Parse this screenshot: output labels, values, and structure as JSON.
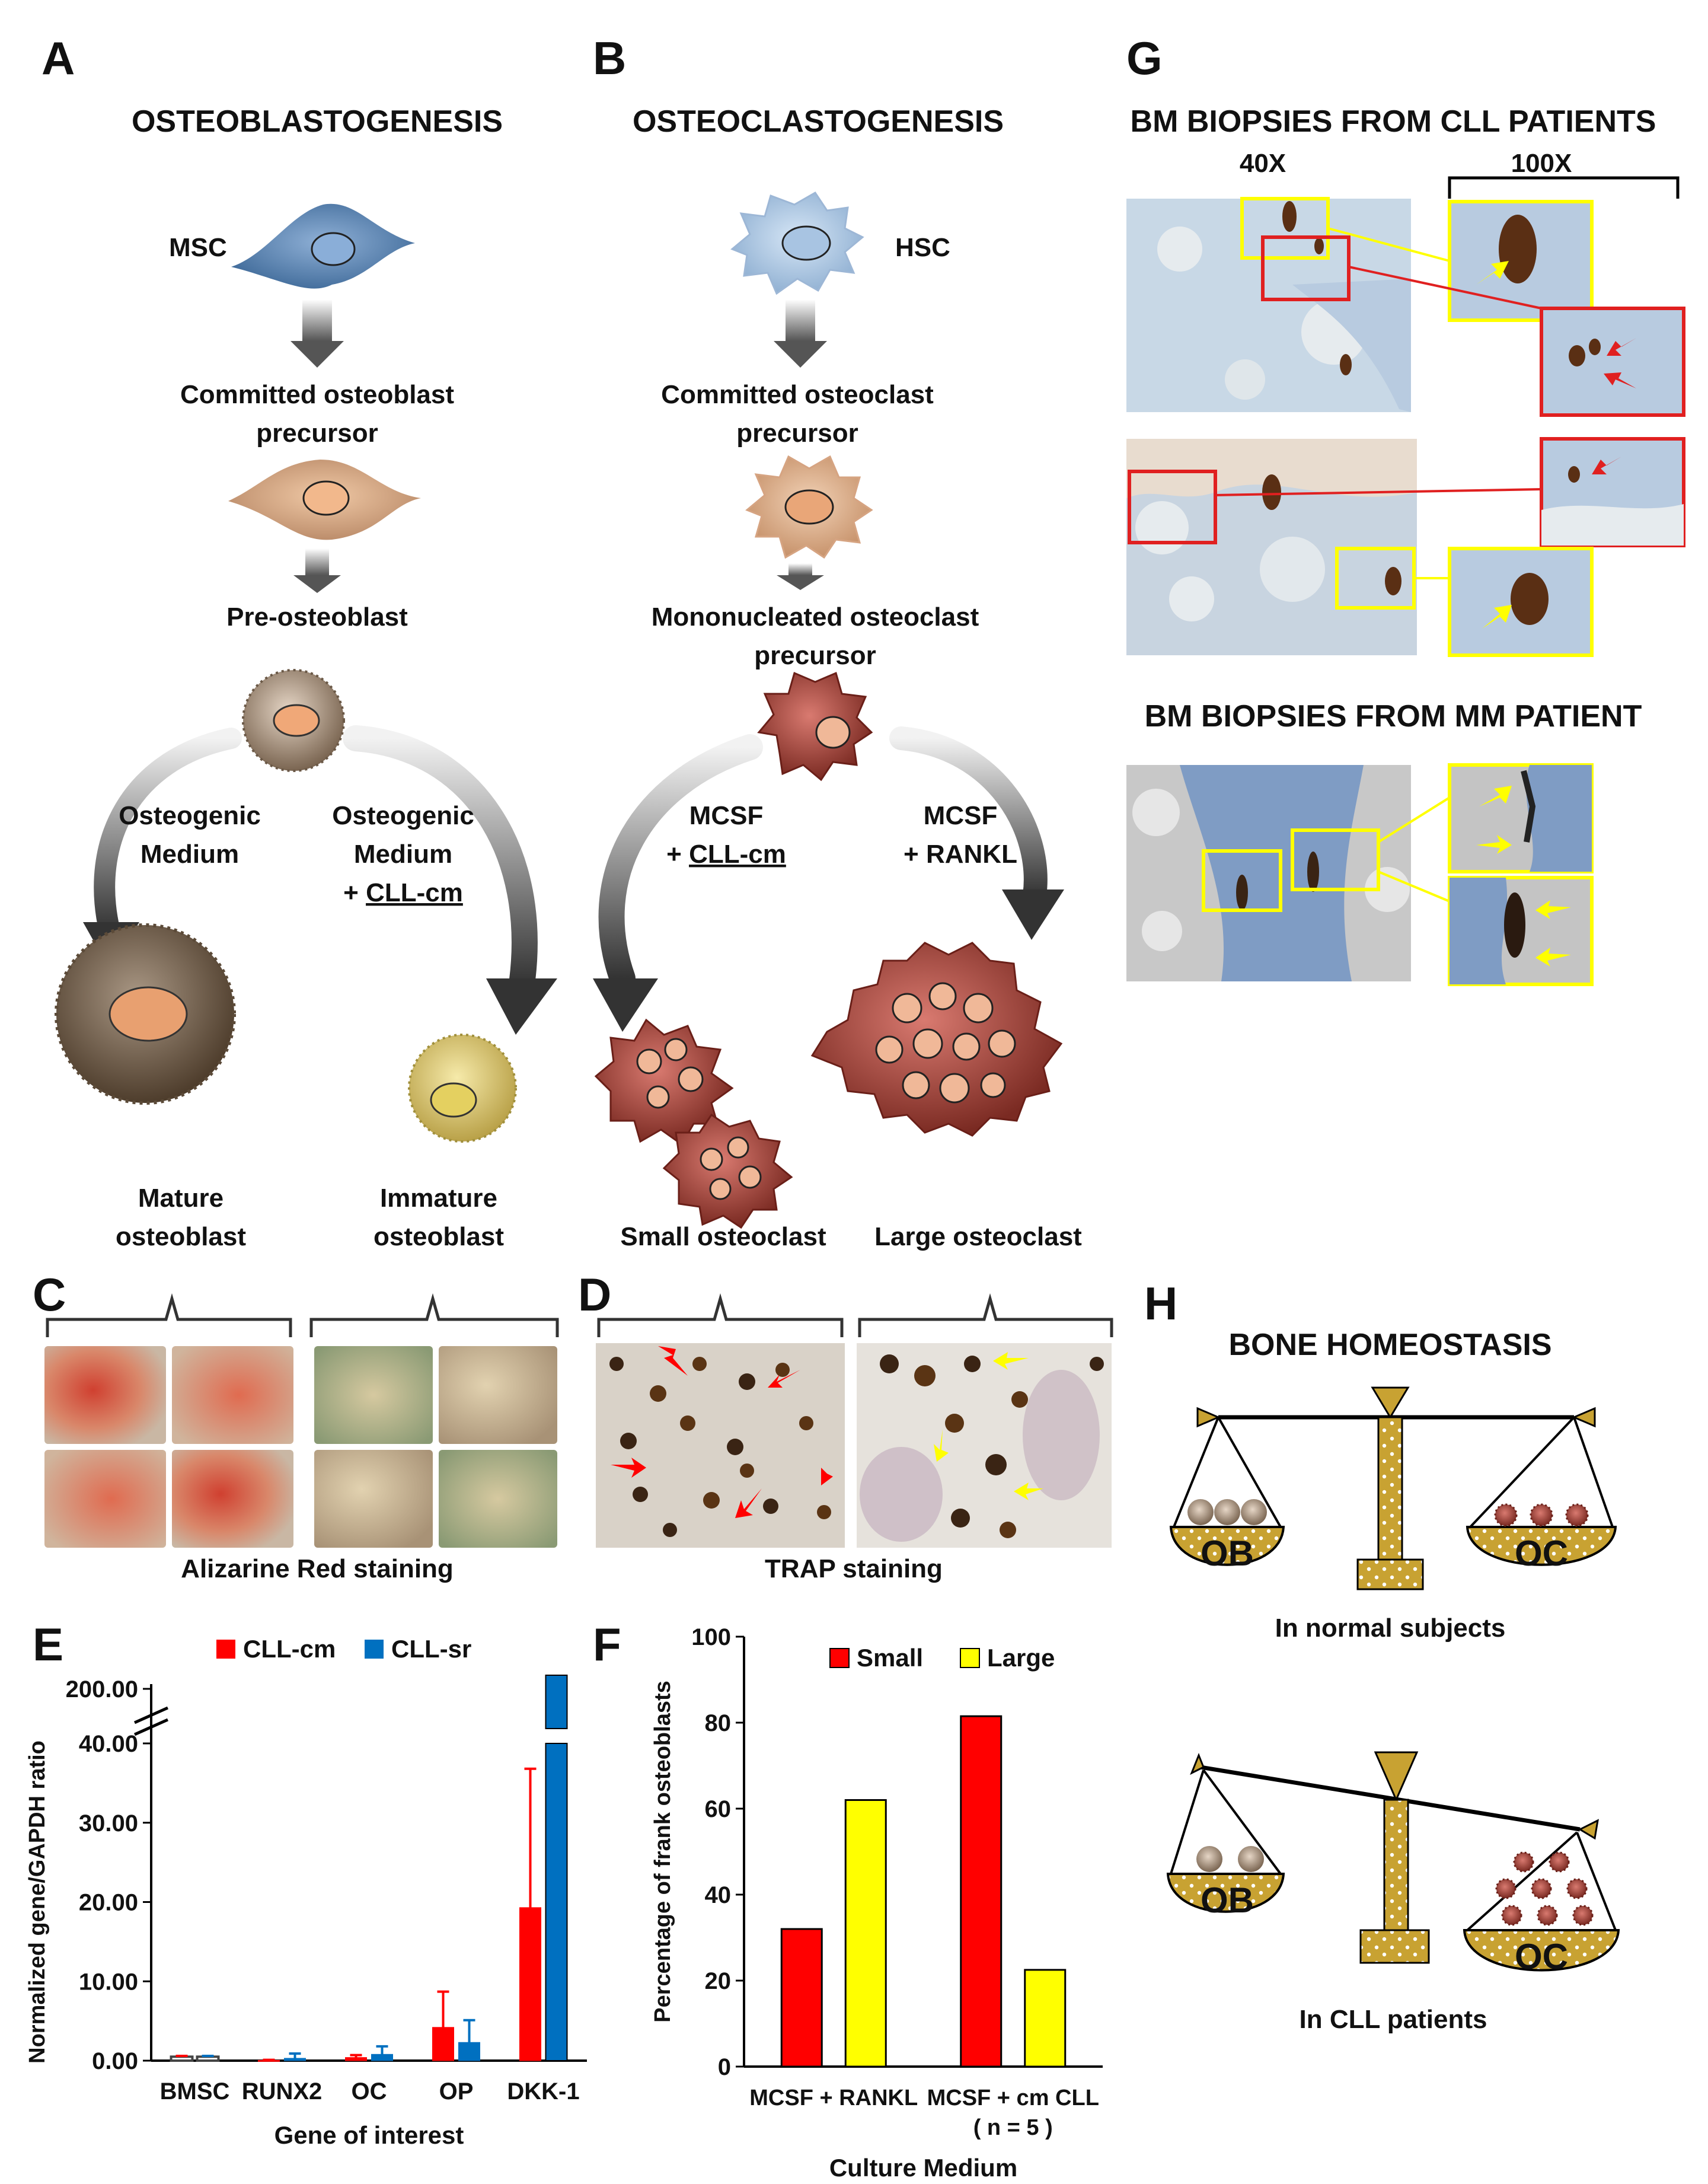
{
  "panels": {
    "A": {
      "letter": "A",
      "title": "OSTEOBLASTOGENESIS",
      "msc": "MSC",
      "committed_line1": "Committed osteoblast",
      "committed_line2": "precursor",
      "pre": "Pre-osteoblast",
      "left_path_line1": "Osteogenic",
      "left_path_line2": "Medium",
      "right_path_line1": "Osteogenic",
      "right_path_line2": "Medium",
      "right_path_line3_prefix": "+ ",
      "right_path_line3_underlined": "CLL-cm",
      "mature_line1": "Mature",
      "mature_line2": "osteoblast",
      "immature_line1": "Immature",
      "immature_line2": "osteoblast"
    },
    "B": {
      "letter": "B",
      "title": "OSTEOCLASTOGENESIS",
      "hsc": "HSC",
      "committed_line1": "Committed osteoclast",
      "committed_line2": "precursor",
      "mono_line1": "Mononucleated osteoclast",
      "mono_line2": "precursor",
      "left_path_line1": "MCSF",
      "left_path_line2_prefix": "+ ",
      "left_path_line2_underlined": "CLL-cm",
      "right_path_line1": "MCSF",
      "right_path_line2": "+ RANKL",
      "small": "Small osteoclast",
      "large": "Large osteoclast"
    },
    "C": {
      "letter": "C",
      "caption": "Alizarine Red staining"
    },
    "D": {
      "letter": "D",
      "caption": "TRAP staining"
    },
    "G": {
      "letter": "G",
      "title_cll": "BM BIOPSIES FROM CLL PATIENTS",
      "mag_40": "40X",
      "mag_100": "100X",
      "title_mm": "BM BIOPSIES FROM MM PATIENT"
    },
    "H": {
      "letter": "H",
      "title": "BONE HOMEOSTASIS",
      "ob": "OB",
      "oc": "OC",
      "normal_caption": "In normal subjects",
      "cll_caption": "In CLL patients"
    },
    "E": {
      "letter": "E"
    },
    "F": {
      "letter": "F"
    }
  },
  "colors": {
    "red": "#ff0000",
    "blue": "#0070c0",
    "yellow": "#ffff00",
    "gold": "#c8a232",
    "highlight_yellow": "#ffff00",
    "highlight_red": "#e02020"
  },
  "chart_data": [
    {
      "panel": "E",
      "type": "bar",
      "xlabel": "Gene of interest",
      "ylabel": "Normalized gene/GAPDH ratio",
      "categories": [
        "BMSC",
        "RUNX2",
        "OC",
        "OP",
        "DKK-1"
      ],
      "y_ticks": [
        "0.00",
        "10.00",
        "20.00",
        "30.00",
        "40.00",
        "200.00"
      ],
      "axis_break": true,
      "ylim": [
        0,
        40
      ],
      "legend_position": "top",
      "series": [
        {
          "name": "CLL-cm",
          "color": "#ff0000",
          "values": [
            0.5,
            0.05,
            0.4,
            4.2,
            19.3
          ],
          "errors": [
            0.1,
            0.05,
            0.3,
            4.5,
            17.5
          ]
        },
        {
          "name": "CLL-sr",
          "color": "#0070c0",
          "values": [
            0.5,
            0.3,
            0.8,
            2.3,
            200
          ],
          "errors": [
            0.1,
            0.6,
            1.0,
            2.8,
            0
          ]
        }
      ],
      "filled": [
        false,
        true
      ]
    },
    {
      "panel": "F",
      "type": "bar",
      "xlabel": "Culture Medium",
      "ylabel": "Percentage of frank osteoblasts",
      "categories": [
        "MCSF + RANKL",
        "MCSF + cm CLL"
      ],
      "category_note": "( n = 5 )",
      "y_ticks": [
        "0",
        "20",
        "40",
        "60",
        "80",
        "100"
      ],
      "ylim": [
        0,
        100
      ],
      "legend_position": "top",
      "series": [
        {
          "name": "Small",
          "color": "#ff0000",
          "values": [
            32,
            81.5
          ]
        },
        {
          "name": "Large",
          "color": "#ffff00",
          "values": [
            62,
            22.5
          ]
        }
      ]
    }
  ]
}
